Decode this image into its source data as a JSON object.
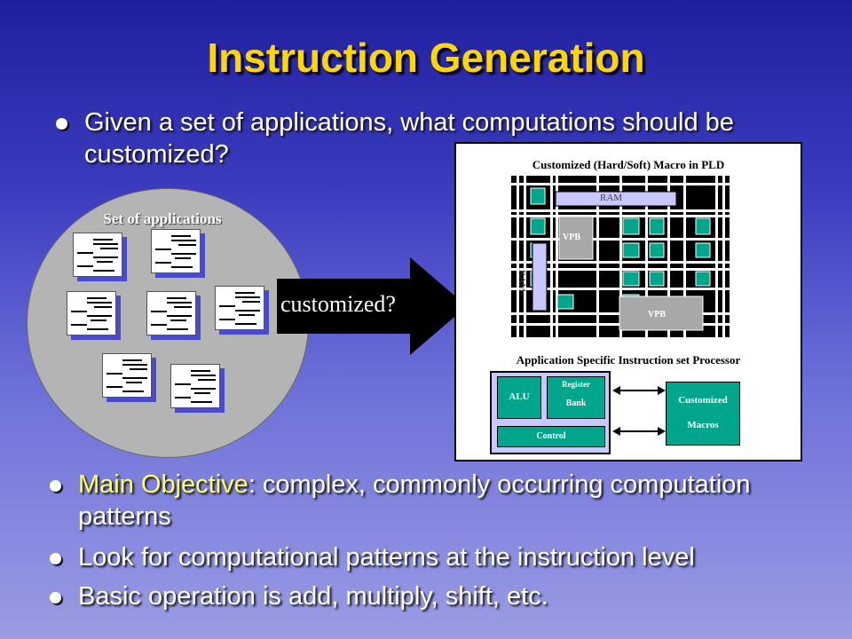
{
  "slide": {
    "title": "Instruction Generation",
    "intro_bullet": "Given a set of applications, what computations should be customized?",
    "bullets": [
      {
        "highlight": "Main Objective",
        "rest": ": complex, commonly occurring computation patterns"
      },
      {
        "text": "Look for computational patterns at the instruction level"
      },
      {
        "text": "Basic operation is add, multiply, shift, etc."
      }
    ]
  },
  "diagram": {
    "apps_label": "Set of applications",
    "arrow_label": "customized?",
    "pld_title": "Customized (Hard/Soft) Macro in PLD",
    "pld_ram_top": "RAM",
    "pld_ram_side": "RAM",
    "pld_vpb_1": "VPB",
    "pld_vpb_2": "VPB",
    "asip_title": "Application Specific Instruction set Processor",
    "alu": "ALU",
    "register_bank_1": "Register",
    "register_bank_2": "Bank",
    "control": "Control",
    "custom_macros_1": "Customized",
    "custom_macros_2": "Macros",
    "colors": {
      "title": "#ffd700",
      "highlight": "#ffff66",
      "cell": "#00a68c",
      "block": "#c8c8ff"
    }
  }
}
